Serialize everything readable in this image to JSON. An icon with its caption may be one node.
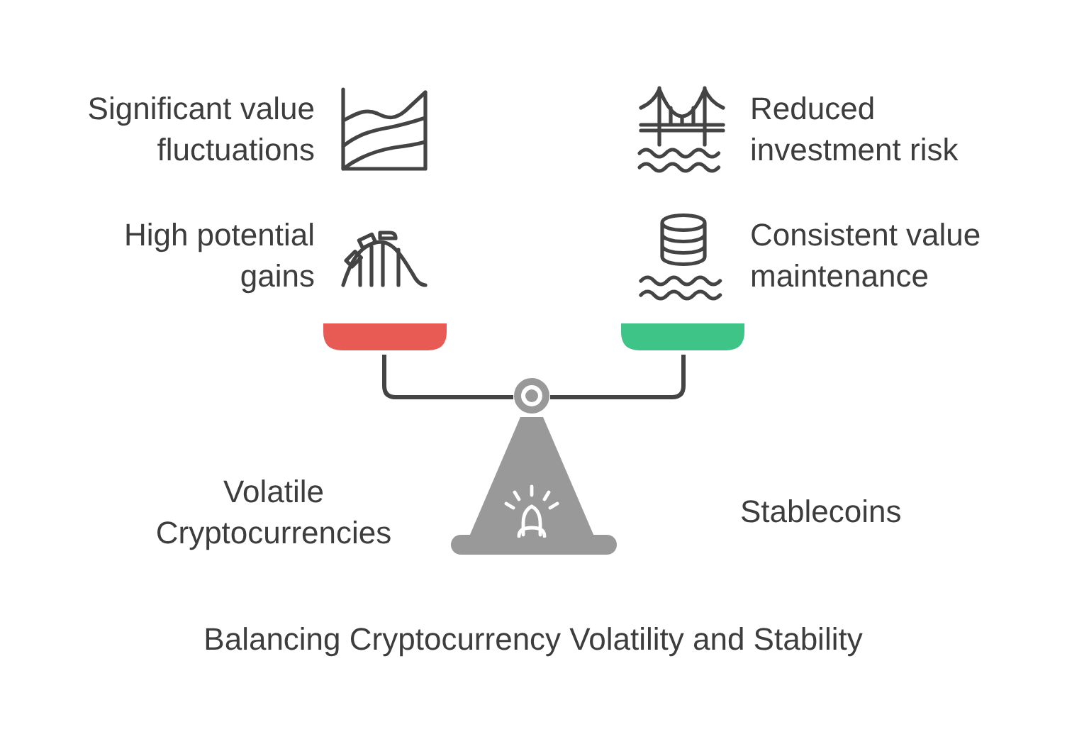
{
  "diagram": {
    "caption": "Balancing Cryptocurrency Volatility and Stability",
    "labels": [
      "Significant value fluctuations",
      "Reduced investment risk",
      "High potential gains",
      "Consistent value maintenance",
      "Volatile Cryptocurrencies",
      "Stablecoins"
    ]
  }
}
